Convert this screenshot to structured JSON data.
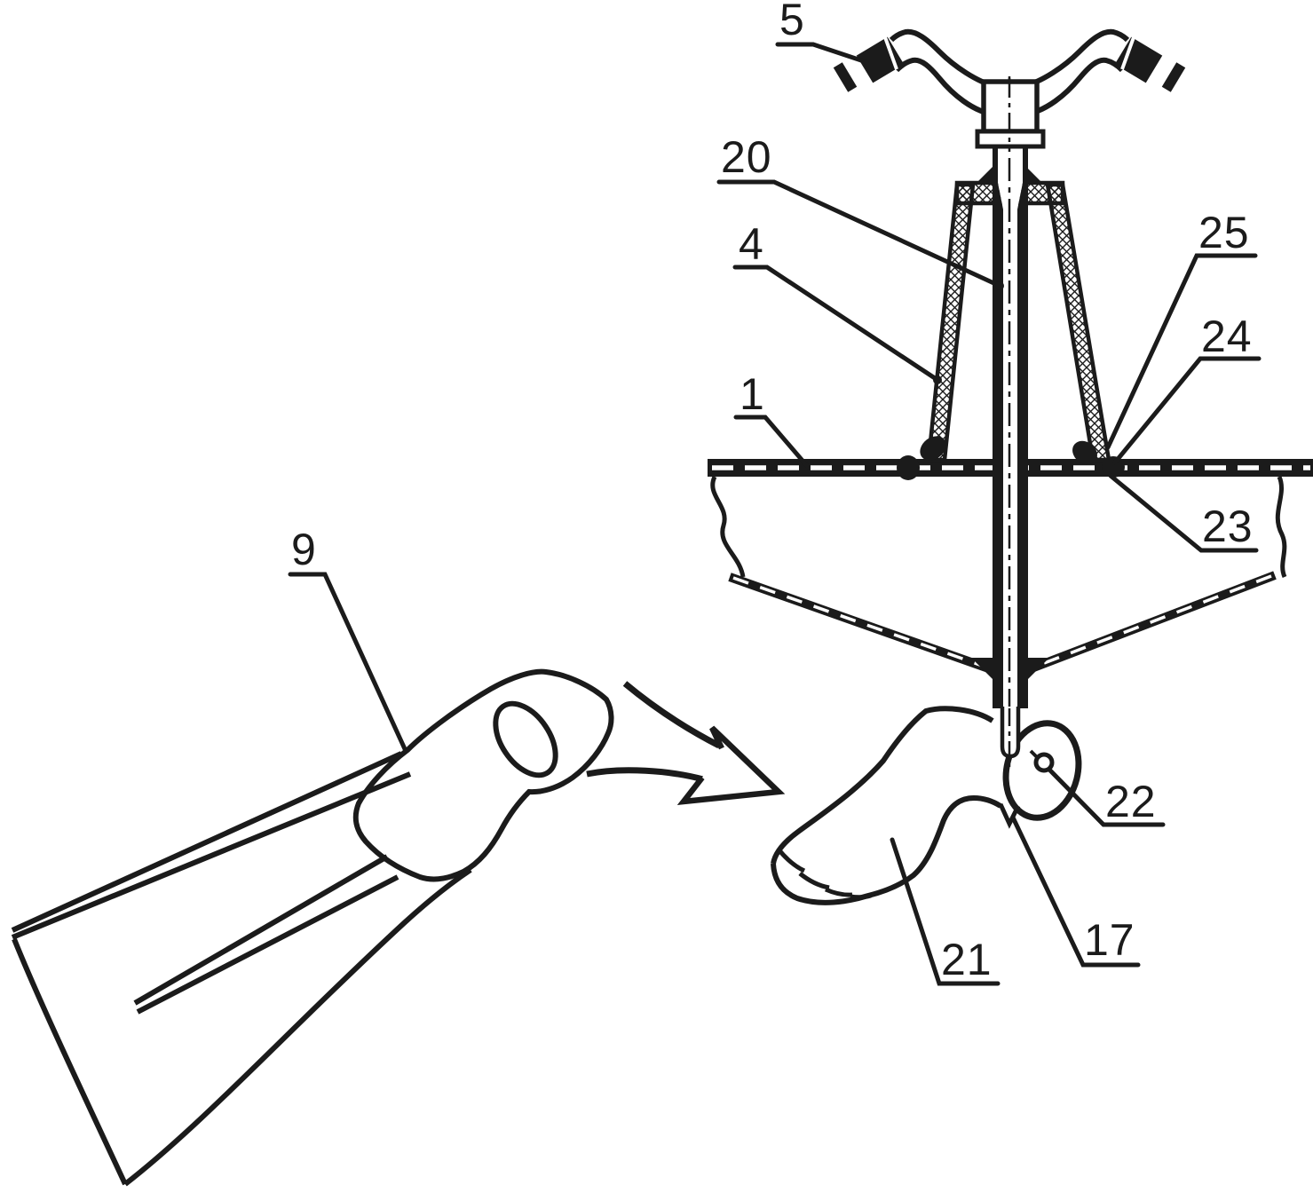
{
  "figure": {
    "type": "patent-line-drawing",
    "colors": {
      "ink": "#1b1b1b",
      "background": "#ffffff"
    },
    "labels": {
      "label_5": {
        "text": "5"
      },
      "label_20": {
        "text": "20"
      },
      "label_4": {
        "text": "4"
      },
      "label_25": {
        "text": "25"
      },
      "label_24": {
        "text": "24"
      },
      "label_1": {
        "text": "1"
      },
      "label_23": {
        "text": "23"
      },
      "label_9": {
        "text": "9"
      },
      "label_22": {
        "text": "22"
      },
      "label_21": {
        "text": "21"
      },
      "label_17": {
        "text": "17"
      }
    }
  }
}
